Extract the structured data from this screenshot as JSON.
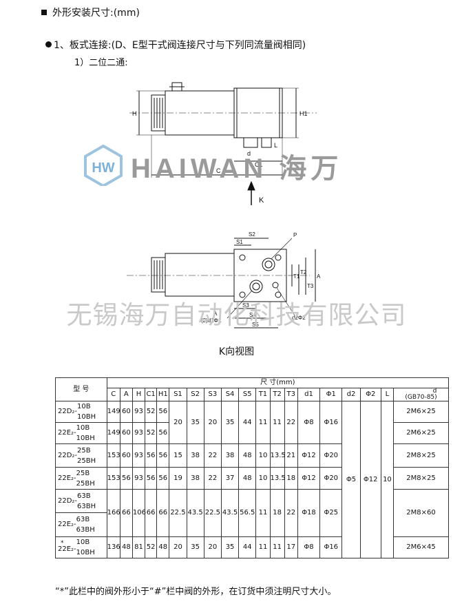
{
  "header": {
    "section_title": "外形安装尺寸:(mm)",
    "subtitle": "1、板式连接:(D、E型干式阀连接尺寸与下列同流量阀相同)",
    "sub_subtitle": "1）二位二通:"
  },
  "drawing": {
    "top_labels": {
      "h": "H",
      "h1": "H1",
      "c": "C",
      "c1": "C1",
      "d": "d",
      "l": "L",
      "k": "K"
    },
    "k_view_labels": {
      "s1": "S1",
      "s2": "S2",
      "s3": "S3",
      "s4": "S4",
      "s5": "S5",
      "t1": "T1",
      "t2": "T2",
      "t3": "T3",
      "a": "A",
      "p": "P",
      "a_port": "A",
      "d1_phi1": "(2)d1Φ1",
      "d2_phi2": "d2Φ2"
    },
    "k_view_caption": "K向视图"
  },
  "watermark": {
    "logo_letters": "HW",
    "brand_text": "HAIWAN 海万",
    "company": "无锡海万自动化科技有限公司"
  },
  "table": {
    "model_header": "型 号",
    "dimension_header": "尺 寸(mm)",
    "columns": [
      "C",
      "A",
      "H",
      "C1",
      "H1",
      "S1",
      "S2",
      "S3",
      "S4",
      "S5",
      "T1",
      "T2",
      "T3",
      "d1",
      "Φ1",
      "d2",
      "Φ2",
      "L"
    ],
    "last_col_header_top": "d",
    "last_col_header_bottom": "(GB70-85)",
    "rows": [
      {
        "prefix": "22D₂-",
        "mark": "",
        "suffixes": [
          "10B",
          "10BH"
        ],
        "C": "149",
        "A": "60",
        "H": "93",
        "C1": "52",
        "H1": "56",
        "d": "2M6×25"
      },
      {
        "prefix": "22E₂-",
        "mark": "",
        "suffixes": [
          "10B",
          "10BH"
        ],
        "C": "149",
        "A": "60",
        "H": "93",
        "C1": "52",
        "H1": "56",
        "d": "2M6×25"
      },
      {
        "prefix": "22D₂-",
        "mark": "",
        "suffixes": [
          "25B",
          "25BH"
        ],
        "C": "153",
        "A": "60",
        "H": "93",
        "C1": "56",
        "H1": "56",
        "S1": "15",
        "S2": "38",
        "S3": "22",
        "S4": "38",
        "S5": "48",
        "T1": "10",
        "T2": "13.5",
        "T3": "21",
        "d1": "Φ12",
        "Φ1": "Φ20",
        "d": "2M8×25"
      },
      {
        "prefix": "22E₂-",
        "mark": "",
        "suffixes": [
          "25B",
          "25BH"
        ],
        "C": "153",
        "A": "56",
        "H": "93",
        "C1": "56",
        "H1": "56",
        "S1": "19",
        "S2": "38",
        "S3": "22",
        "S4": "37",
        "S5": "48",
        "T1": "10",
        "T2": "13.5",
        "T3": "18",
        "d1": "Φ12",
        "Φ1": "Φ20",
        "d": "2M8×25"
      },
      {
        "prefix": "22D₂-",
        "mark": "",
        "suffixes": [
          "63B",
          "63BH"
        ],
        "C": "166",
        "A": "66",
        "H": "106",
        "C1": "66",
        "H1": "66",
        "S1": "22.5",
        "S2": "43.5",
        "S3": "22.5",
        "S4": "43.5",
        "S5": "56.5",
        "T1": "11",
        "T2": "18",
        "T3": "22",
        "d1": "Φ18",
        "Φ1": "Φ25",
        "d": "2M8×60"
      },
      {
        "prefix": "22E₂-",
        "mark": "",
        "suffixes": [
          "63B",
          "63BH"
        ]
      },
      {
        "prefix": "22E₂-",
        "mark": "*",
        "suffixes": [
          "10B",
          "10BH"
        ],
        "C": "136",
        "A": "48",
        "H": "81",
        "C1": "52",
        "H1": "48",
        "S1": "20",
        "S2": "35",
        "S3": "20",
        "S4": "35",
        "S5": "44",
        "T1": "11",
        "T2": "11",
        "T3": "17",
        "d1": "Φ8",
        "Φ1": "Φ16",
        "d": "2M6×45"
      }
    ],
    "shared_10": {
      "S1": "20",
      "S2": "35",
      "S3": "20",
      "S4": "35",
      "S5": "44",
      "T1": "11",
      "T2": "11",
      "T3": "22",
      "d1": "Φ8",
      "Φ1": "Φ16"
    },
    "shared_all": {
      "d2": "Φ5",
      "Φ2": "Φ12",
      "L": "10"
    }
  },
  "footnote": "“*”此栏中的阀外形小于“#”栏中阀的外形，在订货中须注明尺寸大小。"
}
